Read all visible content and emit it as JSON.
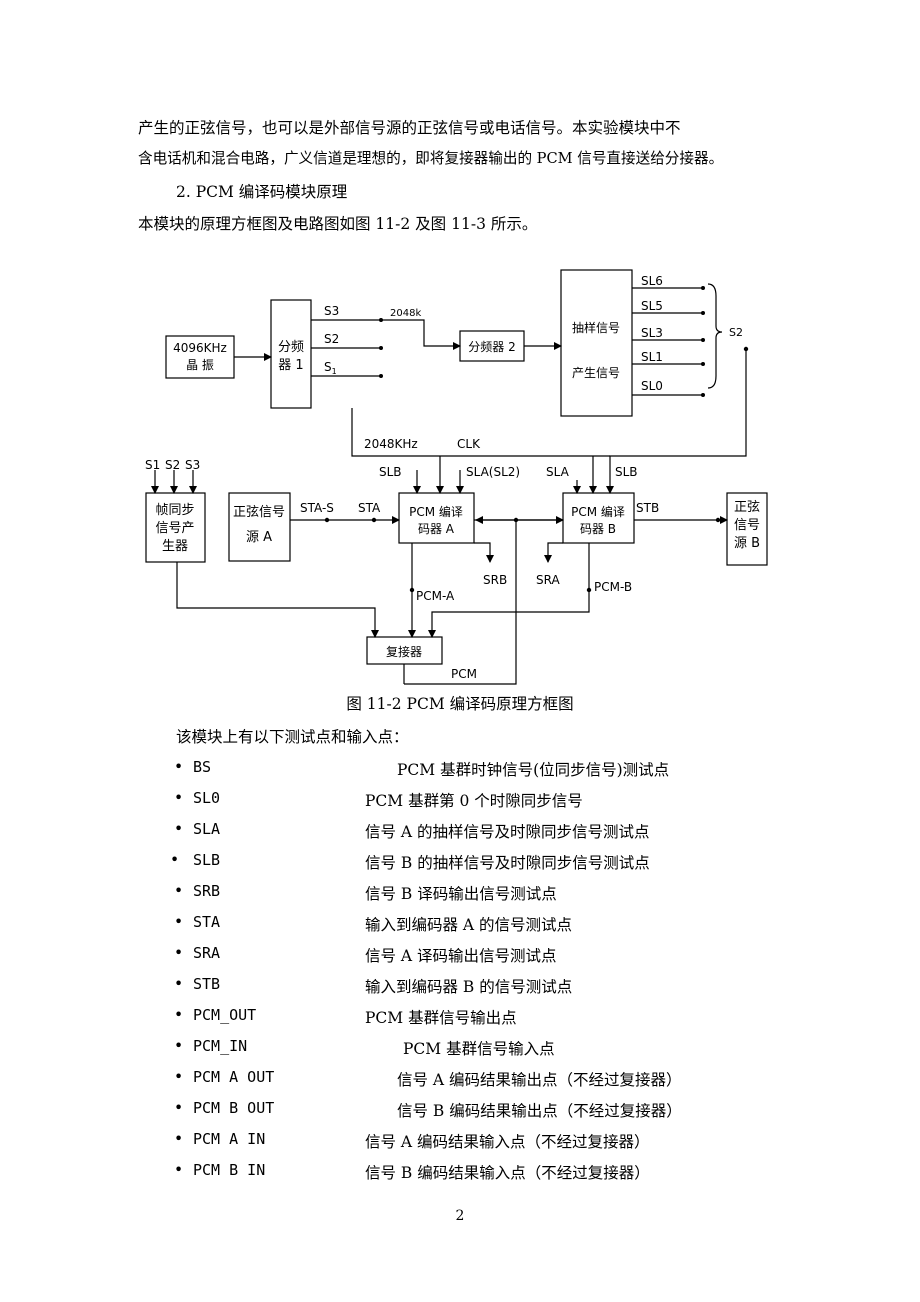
{
  "paragraphs": {
    "line1": "产生的正弦信号，也可以是外部信号源的正弦信号或电话信号。本实验模块中不",
    "line2": "含电话机和混合电路，广义信道是理想的，即将复接器输出的 PCM 信号直接送给分接器。",
    "heading": "2. PCM 编译码模块原理",
    "line3": "本模块的原理方框图及电路图如图 11-2 及图 11-3 所示。"
  },
  "diagram": {
    "osc": [
      "4096KHz",
      "晶  振"
    ],
    "divider1": [
      "分频",
      "器 1"
    ],
    "s3": "S3",
    "s2": "S2",
    "s1": "S",
    "s1_sub": "1",
    "freq_2048k": "2048k",
    "divider2": "分频器 2",
    "sampling": [
      "抽样信号",
      "产生信号"
    ],
    "sl_lines": [
      "SL6",
      "SL5",
      "SL3",
      "SL1",
      "SL0"
    ],
    "s2_right": "S2",
    "clk_2048": "2048KHz",
    "clk": "CLK",
    "sync_inputs": [
      "S1",
      "S2",
      "S3"
    ],
    "frame_sync": [
      "帧同步",
      "信号产",
      "生器"
    ],
    "source_a": [
      "正弦信号",
      "源 A"
    ],
    "sta_s": "STA-S",
    "sta": "STA",
    "slb_a": "SLB",
    "sla_a": "SLA(SL2)",
    "codec_a": [
      "PCM 编译",
      "码器 A"
    ],
    "srb": "SRB",
    "pcm_a": "PCM-A",
    "sla_b": "SLA",
    "slb_b": "SLB",
    "codec_b": [
      "PCM 编译",
      "码器 B"
    ],
    "stb": "STB",
    "sra": "SRA",
    "pcm_b": "PCM-B",
    "source_b": [
      "正弦",
      "信号",
      "源 B"
    ],
    "mux": "复接器",
    "pcm": "PCM"
  },
  "caption": "图 11-2  PCM 编译码原理方框图",
  "intro": "该模块上有以下测试点和输入点：",
  "bullet_char": "•",
  "test_points": [
    {
      "name": "BS",
      "desc": "PCM 基群时钟信号(位同步信号)测试点"
    },
    {
      "name": "SL0",
      "desc": "PCM 基群第 0 个时隙同步信号"
    },
    {
      "name": "SLA",
      "desc": "信号 A 的抽样信号及时隙同步信号测试点"
    },
    {
      "name": "SLB",
      "desc": "信号 B 的抽样信号及时隙同步信号测试点"
    },
    {
      "name": "SRB",
      "desc": "信号 B 译码输出信号测试点"
    },
    {
      "name": "STA",
      "desc": "输入到编码器 A 的信号测试点"
    },
    {
      "name": "SRA",
      "desc": "信号 A 译码输出信号测试点"
    },
    {
      "name": "STB",
      "desc": "输入到编码器 B 的信号测试点"
    },
    {
      "name": "PCM_OUT",
      "desc": "PCM 基群信号输出点"
    },
    {
      "name": "PCM_IN",
      "desc": "PCM 基群信号输入点"
    },
    {
      "name": "PCM A OUT",
      "desc": "信号 A 编码结果输出点（不经过复接器）"
    },
    {
      "name": "PCM B OUT",
      "desc": "信号 B 编码结果输出点（不经过复接器）"
    },
    {
      "name": "PCM A IN",
      "desc": "信号 A 编码结果输入点（不经过复接器）"
    },
    {
      "name": "PCM B IN",
      "desc": "信号 B 编码结果输入点（不经过复接器）"
    }
  ],
  "page_number": "2"
}
